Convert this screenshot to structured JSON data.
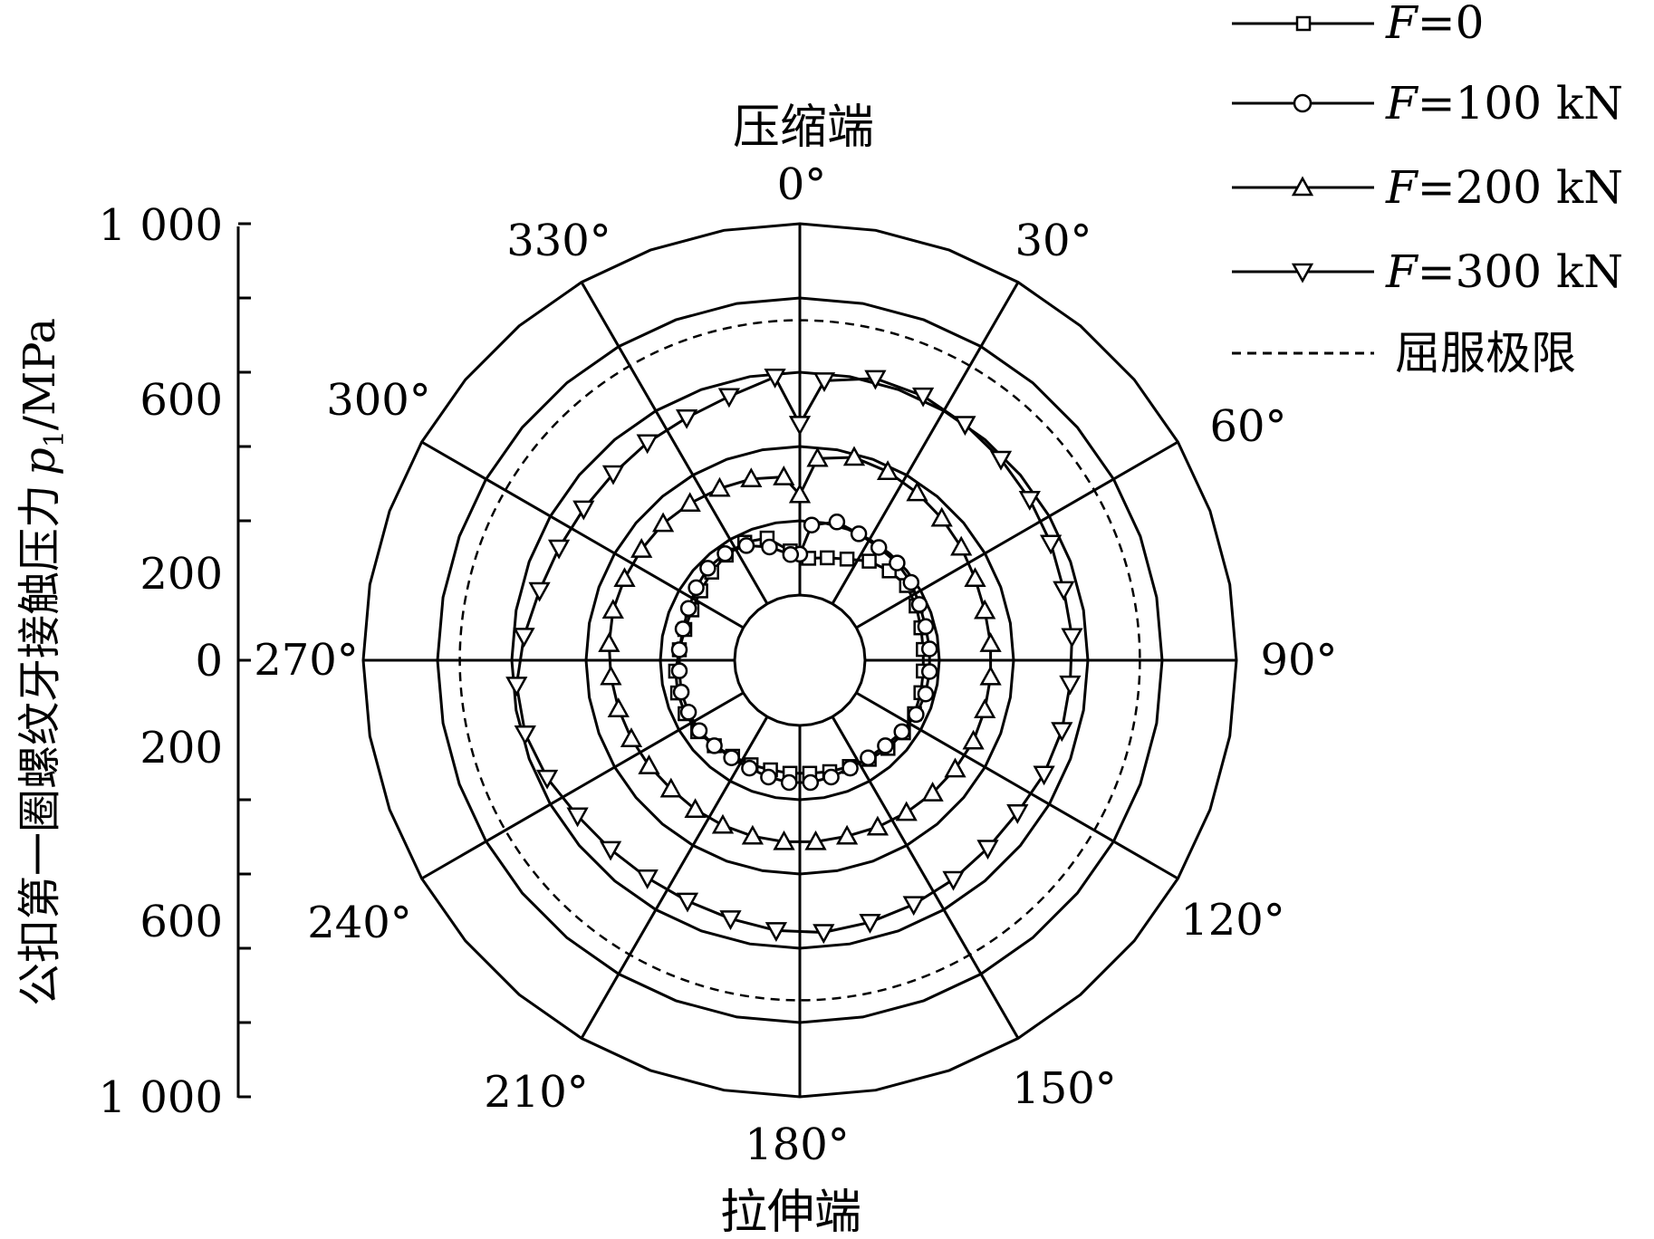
{
  "chart_data": {
    "type": "polar-line",
    "title": "",
    "ylabel": "公扣第一圈螺纹牙接触压力",
    "ylabel_symbol": "p",
    "ylabel_sub": "1",
    "ylabel_unit": "/MPa",
    "r_range": [
      -150,
      1000
    ],
    "r_ticks": [
      0,
      200,
      600,
      1000
    ],
    "r_tick_labels_top": [
      "1 000",
      "600",
      "200"
    ],
    "r_tick_labels_bottom": [
      "200",
      "600",
      "1 000"
    ],
    "r_tick_label_zero": "0",
    "r_rings": [
      100,
      200,
      300,
      400,
      500,
      600,
      700,
      800,
      900,
      1000
    ],
    "angle_ticks": [
      0,
      30,
      60,
      90,
      120,
      150,
      180,
      210,
      240,
      270,
      300,
      330
    ],
    "angle_labels": [
      "0°",
      "30°",
      "60°",
      "90°",
      "120°",
      "150°",
      "180°",
      "210°",
      "240°",
      "270°",
      "300°",
      "330°"
    ],
    "top_label": "压缩端",
    "bottom_label": "拉伸端",
    "grid": true,
    "legend_position": "top-right",
    "series": [
      {
        "name": "F=0",
        "name_symbol": "F",
        "name_rest": "=0",
        "marker": "square",
        "angles": [
          5,
          15,
          25,
          35,
          45,
          55,
          65,
          75,
          85,
          95,
          105,
          115,
          125,
          135,
          145,
          155,
          165,
          175,
          185,
          195,
          205,
          215,
          225,
          235,
          245,
          255,
          265,
          275,
          285,
          295,
          305,
          315,
          325,
          335,
          345,
          355
        ],
        "values": [
          100,
          110,
          125,
          150,
          165,
          175,
          170,
          162,
          158,
          158,
          162,
          165,
          165,
          160,
          150,
          140,
          135,
          130,
          130,
          130,
          135,
          140,
          150,
          160,
          165,
          165,
          160,
          150,
          145,
          145,
          150,
          160,
          170,
          175,
          165,
          120
        ]
      },
      {
        "name": "F=100 kN",
        "name_symbol": "F",
        "name_rest": "=100 kN",
        "marker": "circle",
        "angles": [
          0,
          5,
          15,
          25,
          35,
          45,
          55,
          65,
          75,
          85,
          95,
          105,
          115,
          125,
          135,
          145,
          155,
          165,
          175,
          185,
          195,
          205,
          215,
          225,
          235,
          245,
          255,
          265,
          275,
          285,
          295,
          305,
          315,
          325,
          335,
          345,
          355
        ],
        "values": [
          110,
          190,
          210,
          200,
          195,
          195,
          190,
          180,
          175,
          175,
          175,
          175,
          170,
          160,
          150,
          145,
          145,
          150,
          155,
          155,
          150,
          145,
          145,
          150,
          155,
          155,
          155,
          150,
          150,
          150,
          155,
          165,
          175,
          175,
          165,
          140,
          110
        ]
      },
      {
        "name": "F=200 kN",
        "name_symbol": "F",
        "name_rest": "=200 kN",
        "marker": "triangle-up",
        "angles": [
          0,
          5,
          15,
          25,
          35,
          45,
          55,
          65,
          75,
          85,
          95,
          105,
          115,
          125,
          135,
          145,
          155,
          165,
          175,
          185,
          195,
          205,
          215,
          225,
          235,
          245,
          255,
          265,
          275,
          285,
          295,
          305,
          315,
          325,
          335,
          345,
          355
        ],
        "values": [
          270,
          370,
          390,
          385,
          375,
          365,
          355,
          345,
          340,
          340,
          340,
          340,
          340,
          335,
          330,
          325,
          320,
          315,
          315,
          315,
          315,
          315,
          315,
          315,
          320,
          325,
          330,
          335,
          340,
          345,
          345,
          345,
          345,
          340,
          335,
          330,
          320
        ]
      },
      {
        "name": "F=300 kN",
        "name_symbol": "F",
        "name_rest": "=300 kN",
        "marker": "triangle-down",
        "angles": [
          0,
          5,
          15,
          25,
          35,
          45,
          55,
          65,
          75,
          85,
          95,
          105,
          115,
          125,
          135,
          145,
          155,
          165,
          175,
          185,
          195,
          205,
          215,
          225,
          235,
          245,
          255,
          265,
          275,
          285,
          295,
          305,
          315,
          325,
          335,
          345,
          355
        ],
        "values": [
          460,
          580,
          610,
          610,
          600,
          590,
          580,
          570,
          560,
          560,
          555,
          555,
          550,
          540,
          540,
          545,
          550,
          555,
          560,
          555,
          545,
          540,
          540,
          545,
          555,
          575,
          590,
          590,
          570,
          550,
          540,
          535,
          535,
          540,
          545,
          560,
          590
        ]
      },
      {
        "name": "屈服极限",
        "name_symbol": "",
        "name_rest": "屈服极限",
        "marker": "none",
        "dashed": true,
        "angles": [
          0,
          30,
          60,
          90,
          120,
          150,
          180,
          210,
          240,
          270,
          300,
          330
        ],
        "values": [
          740,
          740,
          740,
          740,
          740,
          740,
          740,
          740,
          740,
          740,
          740,
          740
        ]
      }
    ]
  }
}
